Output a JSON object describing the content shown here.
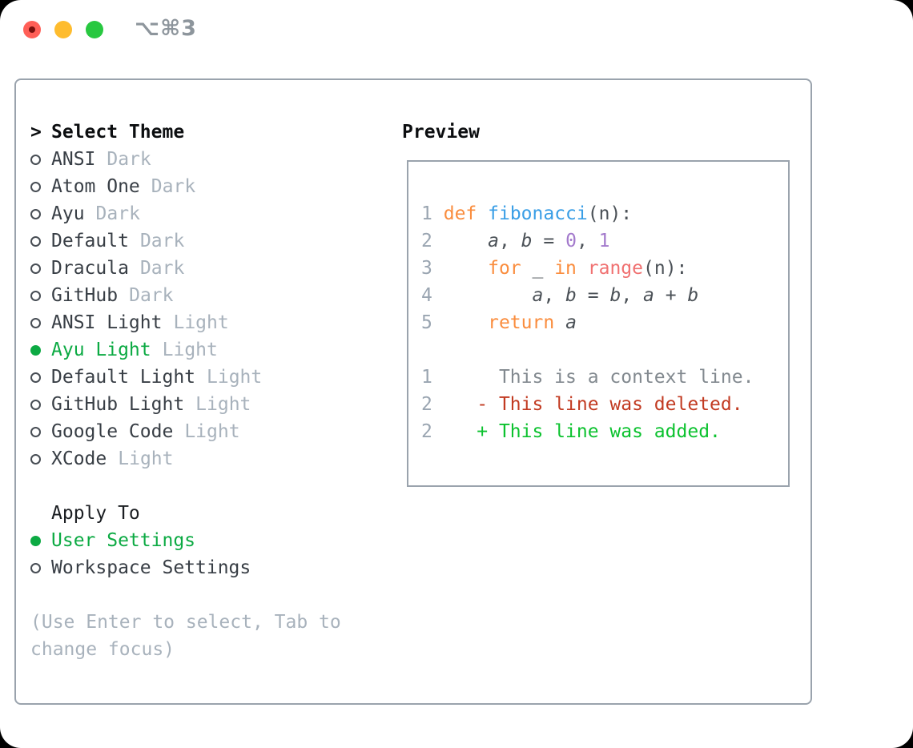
{
  "window": {
    "title": "⌥⌘3",
    "controls": [
      {
        "name": "close",
        "color": "#ff5f57"
      },
      {
        "name": "minimize",
        "color": "#febc2e"
      },
      {
        "name": "zoom",
        "color": "#28c840"
      }
    ]
  },
  "theme_picker": {
    "prompt": ">",
    "header": "Select Theme",
    "themes": [
      {
        "name": "ANSI",
        "variant": "Dark",
        "selected": false
      },
      {
        "name": "Atom One",
        "variant": "Dark",
        "selected": false
      },
      {
        "name": "Ayu",
        "variant": "Dark",
        "selected": false
      },
      {
        "name": "Default",
        "variant": "Dark",
        "selected": false
      },
      {
        "name": "Dracula",
        "variant": "Dark",
        "selected": false
      },
      {
        "name": "GitHub",
        "variant": "Dark",
        "selected": false
      },
      {
        "name": "ANSI Light",
        "variant": "Light",
        "selected": false
      },
      {
        "name": "Ayu Light",
        "variant": "Light",
        "selected": true
      },
      {
        "name": "Default Light",
        "variant": "Light",
        "selected": false
      },
      {
        "name": "GitHub Light",
        "variant": "Light",
        "selected": false
      },
      {
        "name": "Google Code",
        "variant": "Light",
        "selected": false
      },
      {
        "name": "XCode",
        "variant": "Light",
        "selected": false
      }
    ],
    "apply_to": {
      "header": "Apply To",
      "options": [
        {
          "label": "User Settings",
          "selected": true
        },
        {
          "label": "Workspace Settings",
          "selected": false
        }
      ]
    },
    "hint": "(Use Enter to select, Tab to change focus)"
  },
  "preview": {
    "header": "Preview",
    "lines": [
      {
        "num": "1",
        "segments": [
          {
            "t": " ",
            "c": "plain"
          },
          {
            "t": "def",
            "c": "keyword"
          },
          {
            "t": " ",
            "c": "plain"
          },
          {
            "t": "fibonacci",
            "c": "function"
          },
          {
            "t": "(n):",
            "c": "plain"
          }
        ]
      },
      {
        "num": "2",
        "segments": [
          {
            "t": "     ",
            "c": "plain"
          },
          {
            "t": "a",
            "c": "variable"
          },
          {
            "t": ", ",
            "c": "plain"
          },
          {
            "t": "b",
            "c": "variable"
          },
          {
            "t": " = ",
            "c": "plain"
          },
          {
            "t": "0",
            "c": "number"
          },
          {
            "t": ", ",
            "c": "plain"
          },
          {
            "t": "1",
            "c": "number"
          }
        ]
      },
      {
        "num": "3",
        "segments": [
          {
            "t": "     ",
            "c": "plain"
          },
          {
            "t": "for",
            "c": "keyword"
          },
          {
            "t": " _ ",
            "c": "plain"
          },
          {
            "t": "in",
            "c": "keyword"
          },
          {
            "t": " ",
            "c": "plain"
          },
          {
            "t": "range",
            "c": "builtin"
          },
          {
            "t": "(n):",
            "c": "plain"
          }
        ]
      },
      {
        "num": "4",
        "segments": [
          {
            "t": "         ",
            "c": "plain"
          },
          {
            "t": "a",
            "c": "variable"
          },
          {
            "t": ", ",
            "c": "plain"
          },
          {
            "t": "b",
            "c": "variable"
          },
          {
            "t": " = ",
            "c": "plain"
          },
          {
            "t": "b",
            "c": "variable"
          },
          {
            "t": ", ",
            "c": "plain"
          },
          {
            "t": "a",
            "c": "variable"
          },
          {
            "t": " + ",
            "c": "plain"
          },
          {
            "t": "b",
            "c": "variable"
          }
        ]
      },
      {
        "num": "5",
        "segments": [
          {
            "t": "     ",
            "c": "plain"
          },
          {
            "t": "return",
            "c": "keyword"
          },
          {
            "t": " ",
            "c": "plain"
          },
          {
            "t": "a",
            "c": "variable"
          }
        ]
      },
      {
        "num": "",
        "segments": []
      },
      {
        "num": "1",
        "segments": [
          {
            "t": "      This is a context line.",
            "c": "context"
          }
        ]
      },
      {
        "num": "2",
        "segments": [
          {
            "t": "    ",
            "c": "plain"
          },
          {
            "t": "- This line was deleted.",
            "c": "deleted"
          }
        ]
      },
      {
        "num": "2",
        "segments": [
          {
            "t": "    ",
            "c": "plain"
          },
          {
            "t": "+ This line was added.",
            "c": "added"
          }
        ]
      }
    ]
  },
  "colors": {
    "selected_green": "#0caa43",
    "syntax_keyword_orange": "#fa8d3e",
    "syntax_function_blue": "#399ee6",
    "syntax_builtin_coral": "#f07171",
    "syntax_number_purple": "#a37acc",
    "diff_deleted_red": "#c23b22",
    "diff_added_green": "#0cc22f",
    "muted_gray": "#a8b2bc",
    "border_gray": "#9aa3ad"
  }
}
